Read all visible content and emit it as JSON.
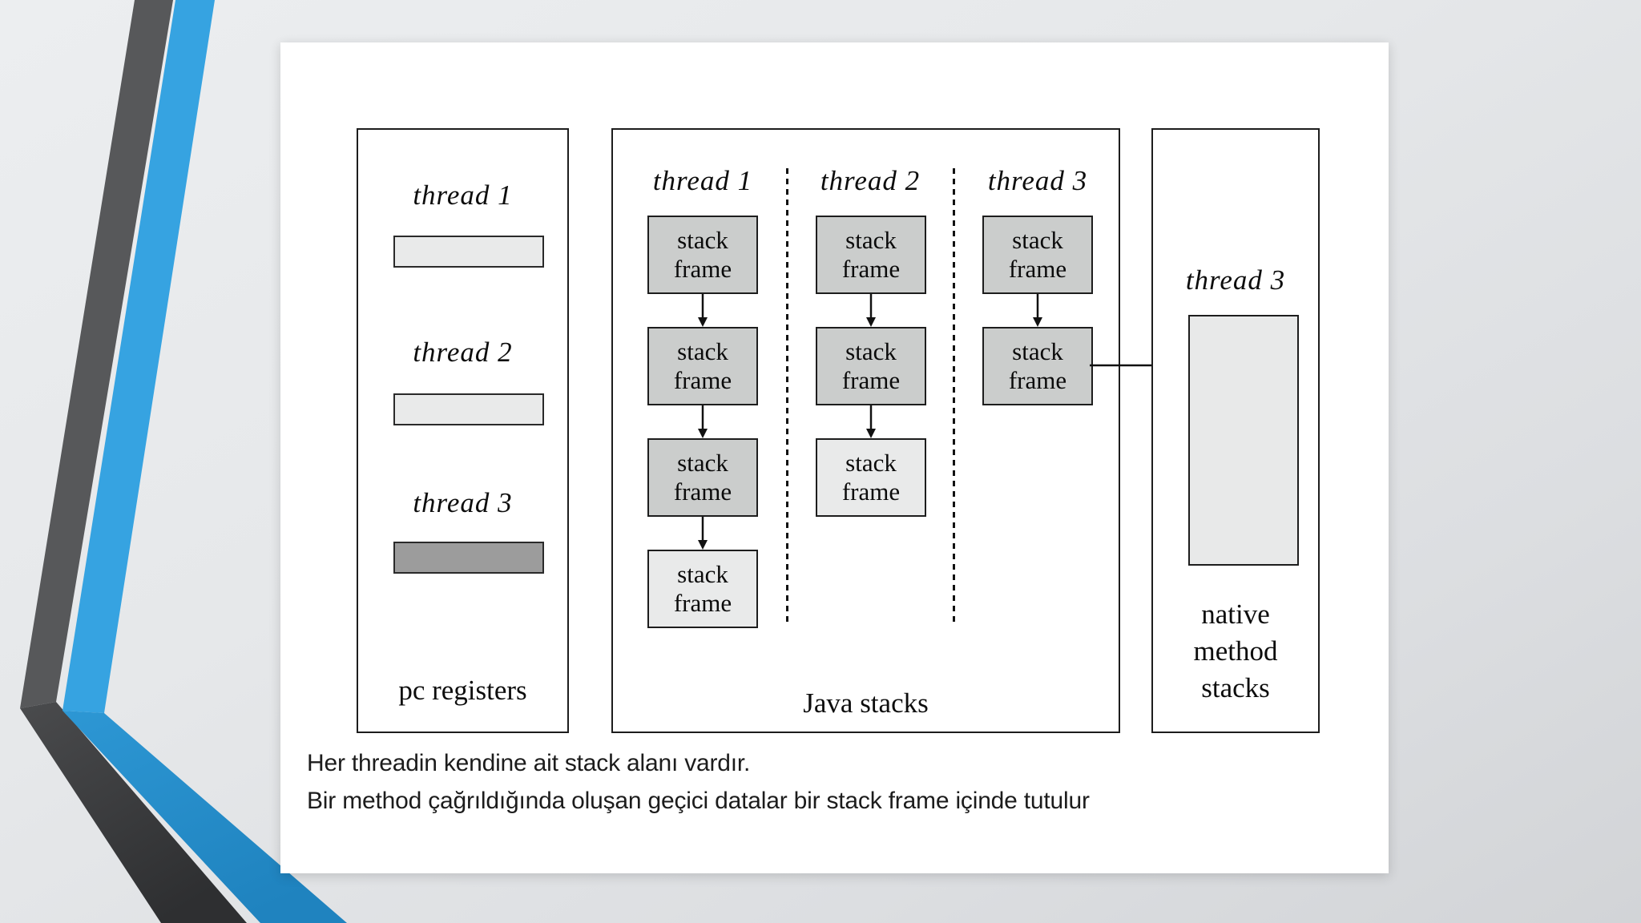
{
  "slide": {
    "pc_panel": {
      "caption": "pc registers",
      "rows": [
        {
          "label": "thread 1",
          "bar_color": "#e9eaea"
        },
        {
          "label": "thread 2",
          "bar_color": "#e9eaea"
        },
        {
          "label": "thread 3",
          "bar_color": "#9c9c9c"
        }
      ]
    },
    "java_panel": {
      "caption": "Java stacks",
      "headers": [
        "thread 1",
        "thread 2",
        "thread 3"
      ],
      "frame_text": "stack\nframe",
      "columns": [
        {
          "header": "thread 1",
          "frames": [
            "dark",
            "dark",
            "dark",
            "light"
          ]
        },
        {
          "header": "thread 2",
          "frames": [
            "dark",
            "dark",
            "light"
          ]
        },
        {
          "header": "thread 3",
          "frames": [
            "dark",
            "dark"
          ]
        }
      ]
    },
    "native_panel": {
      "header": "thread 3",
      "caption": "native\nmethod\nstacks"
    },
    "footer": {
      "line1": "Her threadin kendine ait stack alanı vardır.",
      "line2": "Bir method çağrıldığında oluşan geçici datalar bir stack frame içinde tutulur"
    }
  },
  "colors": {
    "stripe_dark": "#57585a",
    "stripe_dark_fold": "#37383a",
    "stripe_blue": "#36a3e1",
    "stripe_blue_fold": "#2589c7",
    "frame_dark_fill": "#cbcdcc",
    "frame_light_fill": "#e9eaea",
    "pc_bar_dark_fill": "#9c9c9c",
    "slide_background": "#ffffff",
    "page_background": "#e2e4e7",
    "line_color": "#1d1d1d"
  }
}
